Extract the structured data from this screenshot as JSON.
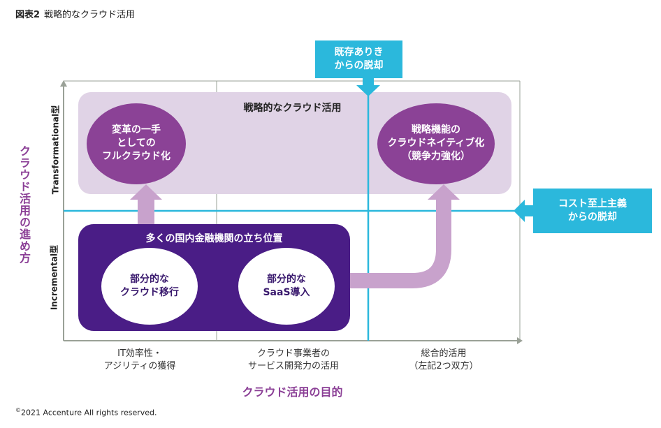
{
  "title": {
    "figure_no": "図表2",
    "text": "戦略的なクラウド活用"
  },
  "colors": {
    "cyan": "#2bb8dc",
    "light_lavender": "#e0d3e6",
    "purple_medium": "#8b4296",
    "purple_dark": "#4a1d86",
    "arrow_lavender": "#c8a2cc",
    "axis_gray": "#9aa197",
    "axis_title_purple": "#8b3f96"
  },
  "callouts": {
    "top": {
      "line1": "既存ありき",
      "line2": "からの脱却"
    },
    "right": {
      "line1": "コスト至上主義",
      "line2": "からの脱却"
    }
  },
  "regions": {
    "strategic": {
      "label": "戦略的なクラウド活用"
    },
    "incremental": {
      "label": "多くの国内金融機関の立ち位置"
    }
  },
  "nodes": {
    "full_cloud": {
      "line1": "変革の一手",
      "line2": "としての",
      "line3": "フルクラウド化"
    },
    "cloud_native": {
      "line1": "戦略機能の",
      "line2": "クラウドネイティブ化",
      "line3": "（競争力強化）"
    },
    "partial_migration": {
      "line1": "部分的な",
      "line2": "クラウド移行"
    },
    "partial_saas": {
      "line1": "部分的な",
      "line2": "SaaS導入"
    }
  },
  "y_axis": {
    "title": "クラウド活用の進め方",
    "ticks": [
      "Transformational型",
      "Incremental型"
    ]
  },
  "x_axis": {
    "title": "クラウド活用の目的",
    "ticks": [
      {
        "line1": "IT効率性・",
        "line2": "アジリティの獲得"
      },
      {
        "line1": "クラウド事業者の",
        "line2": "サービス開発力の活用"
      },
      {
        "line1": "総合的活用",
        "line2": "（左記2つ双方）"
      }
    ]
  },
  "copyright": {
    "symbol": "©",
    "text": "2021 Accenture All rights reserved."
  }
}
